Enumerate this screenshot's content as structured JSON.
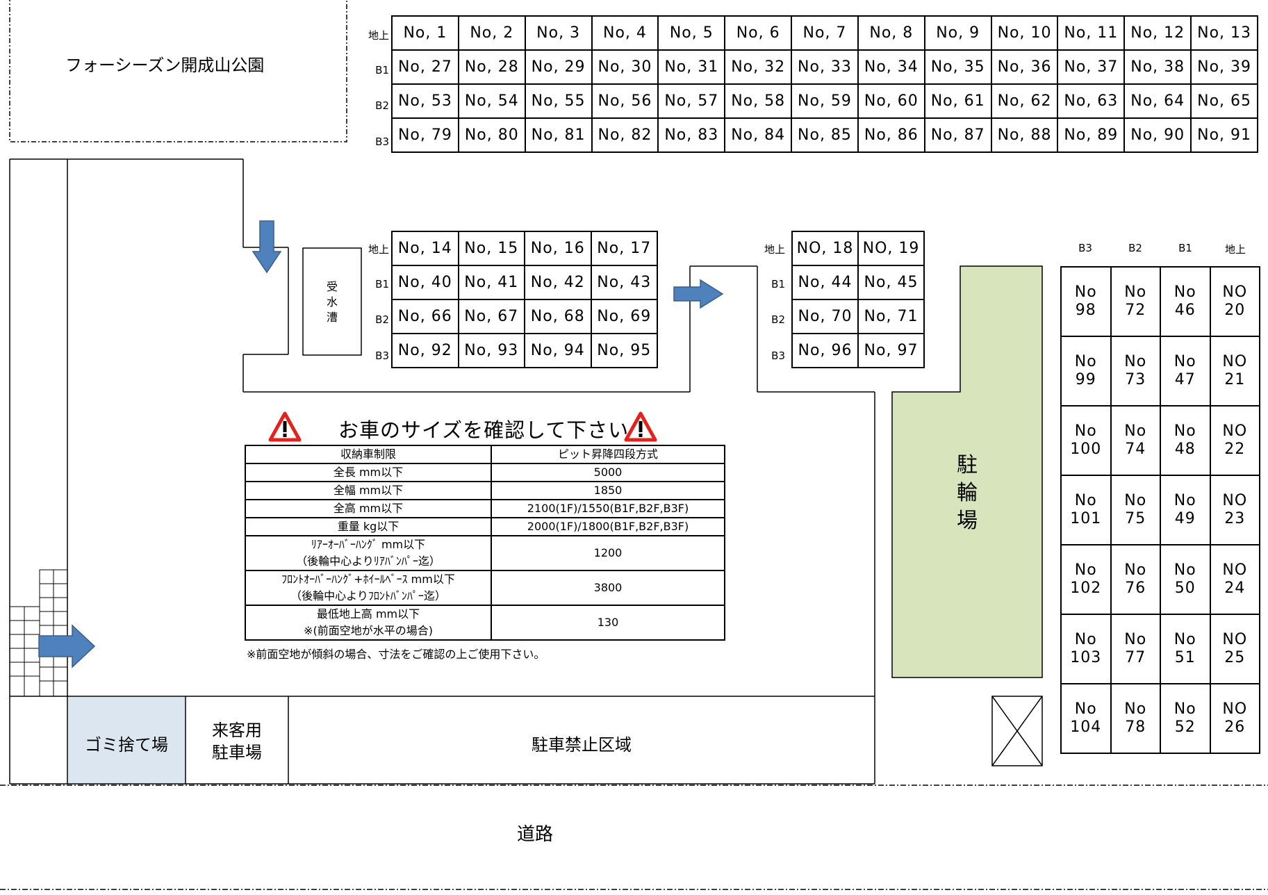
{
  "park_label": "フォーシーズン開成山公園",
  "levels_main": [
    "地上",
    "B1",
    "B2",
    "B3"
  ],
  "grid_top": [
    [
      "No, 1",
      "No, 2",
      "No, 3",
      "No, 4",
      "No, 5",
      "No, 6",
      "No, 7",
      "No, 8",
      "No, 9",
      "No, 10",
      "No, 11",
      "No, 12",
      "No, 13"
    ],
    [
      "No, 27",
      "No, 28",
      "No, 29",
      "No, 30",
      "No, 31",
      "No, 32",
      "No, 33",
      "No, 34",
      "No, 35",
      "No, 36",
      "No, 37",
      "No, 38",
      "No, 39"
    ],
    [
      "No, 53",
      "No, 54",
      "No, 55",
      "No, 56",
      "No, 57",
      "No, 58",
      "No, 59",
      "No, 60",
      "No, 61",
      "No, 62",
      "No, 63",
      "No, 64",
      "No, 65"
    ],
    [
      "No, 79",
      "No, 80",
      "No, 81",
      "No, 82",
      "No, 83",
      "No, 84",
      "No, 85",
      "No, 86",
      "No, 87",
      "No, 88",
      "No, 89",
      "No, 90",
      "No, 91"
    ]
  ],
  "grid_mid": [
    [
      "No, 14",
      "No, 15",
      "No, 16",
      "No, 17"
    ],
    [
      "No, 40",
      "No, 41",
      "No, 42",
      "No, 43"
    ],
    [
      "No, 66",
      "No, 67",
      "No, 68",
      "No, 69"
    ],
    [
      "No, 92",
      "No, 93",
      "No, 94",
      "No, 95"
    ]
  ],
  "grid_right": [
    [
      "NO, 18",
      "NO, 19"
    ],
    [
      "No, 44",
      "No, 45"
    ],
    [
      "No, 70",
      "No, 71"
    ],
    [
      "No, 96",
      "No, 97"
    ]
  ],
  "levels_vertical": [
    "B3",
    "B2",
    "B1",
    "地上"
  ],
  "grid_vertical": [
    [
      [
        "No",
        "98"
      ],
      [
        "No",
        "72"
      ],
      [
        "No",
        "46"
      ],
      [
        "NO",
        "20"
      ]
    ],
    [
      [
        "No",
        "99"
      ],
      [
        "No",
        "73"
      ],
      [
        "No",
        "47"
      ],
      [
        "NO",
        "21"
      ]
    ],
    [
      [
        "No",
        "100"
      ],
      [
        "No",
        "74"
      ],
      [
        "No",
        "48"
      ],
      [
        "NO",
        "22"
      ]
    ],
    [
      [
        "No",
        "101"
      ],
      [
        "No",
        "75"
      ],
      [
        "No",
        "49"
      ],
      [
        "NO",
        "23"
      ]
    ],
    [
      [
        "No",
        "102"
      ],
      [
        "No",
        "76"
      ],
      [
        "No",
        "50"
      ],
      [
        "NO",
        "24"
      ]
    ],
    [
      [
        "No",
        "103"
      ],
      [
        "No",
        "77"
      ],
      [
        "No",
        "51"
      ],
      [
        "NO",
        "25"
      ]
    ],
    [
      [
        "No",
        "104"
      ],
      [
        "No",
        "78"
      ],
      [
        "No",
        "52"
      ],
      [
        "NO",
        "26"
      ]
    ]
  ],
  "water_tank": [
    "受",
    "水",
    "漕"
  ],
  "bicycle": [
    "駐",
    "輪",
    "場"
  ],
  "warning_title": "お車のサイズを確認して下さい",
  "spec": {
    "header": [
      "収納車制限",
      "ピット昇降四段方式"
    ],
    "rows": [
      {
        "label": [
          "全長 mm以下"
        ],
        "value": "5000"
      },
      {
        "label": [
          "全幅 mm以下"
        ],
        "value": "1850"
      },
      {
        "label": [
          "全高 mm以下"
        ],
        "value": "2100(1F)/1550(B1F,B2F,B3F)"
      },
      {
        "label": [
          "重量 kg以下"
        ],
        "value": "2000(1F)/1800(B1F,B2F,B3F)"
      },
      {
        "label": [
          "ﾘｱｰｵｰﾊﾞｰﾊﾝｸﾞ mm以下",
          "（後輪中心よりﾘｱﾊﾞﾝﾊﾟｰ迄）"
        ],
        "value": "1200"
      },
      {
        "label": [
          "ﾌﾛﾝﾄｵｰﾊﾞｰﾊﾝｸﾞ+ﾎｲｰﾙﾍﾞｰｽ mm以下",
          "（後輪中心よりﾌﾛﾝﾄﾊﾞﾝﾊﾟｰ迄）"
        ],
        "value": "3800"
      },
      {
        "label": [
          "最低地上高 mm以下",
          "※(前面空地が水平の場合)"
        ],
        "value": "130"
      }
    ],
    "note": "※前面空地が傾斜の場合、寸法をご確認の上ご使用下さい。"
  },
  "garbage": "ゴミ捨て場",
  "visitor_parking": [
    "来客用",
    "駐車場"
  ],
  "no_parking": "駐車禁止区域",
  "road": "道路",
  "colors": {
    "arrow": "#4f81bd",
    "arrow_stroke": "#385d8a",
    "bicycle_fill": "#d7e4bc",
    "garbage_fill": "#dce6f1",
    "warning_red": "#e3221b"
  }
}
